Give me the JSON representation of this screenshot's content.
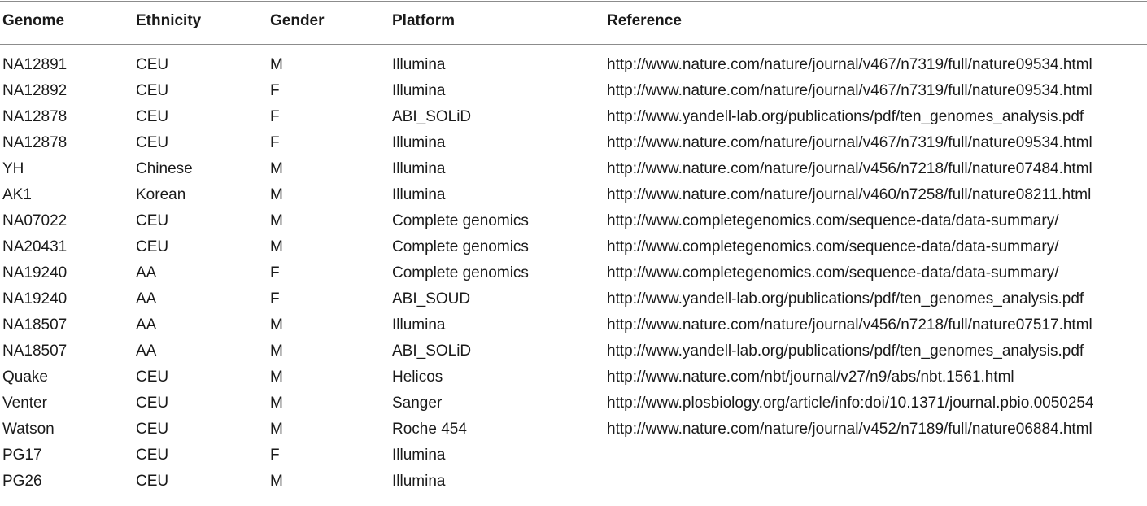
{
  "table": {
    "headers": {
      "genome": "Genome",
      "ethnicity": "Ethnicity",
      "gender": "Gender",
      "platform": "Platform",
      "reference": "Reference"
    },
    "rows": [
      {
        "genome": "NA12891",
        "ethnicity": "CEU",
        "gender": "M",
        "platform": "Illumina",
        "reference": "http://www.nature.com/nature/journal/v467/n7319/full/nature09534.html"
      },
      {
        "genome": "NA12892",
        "ethnicity": "CEU",
        "gender": "F",
        "platform": "Illumina",
        "reference": "http://www.nature.com/nature/journal/v467/n7319/full/nature09534.html"
      },
      {
        "genome": "NA12878",
        "ethnicity": "CEU",
        "gender": "F",
        "platform": "ABI_SOLiD",
        "reference": "http://www.yandell-lab.org/publications/pdf/ten_genomes_analysis.pdf"
      },
      {
        "genome": "NA12878",
        "ethnicity": "CEU",
        "gender": "F",
        "platform": "Illumina",
        "reference": "http://www.nature.com/nature/journal/v467/n7319/full/nature09534.html"
      },
      {
        "genome": "YH",
        "ethnicity": "Chinese",
        "gender": "M",
        "platform": "Illumina",
        "reference": "http://www.nature.com/nature/journal/v456/n7218/full/nature07484.html"
      },
      {
        "genome": "AK1",
        "ethnicity": "Korean",
        "gender": "M",
        "platform": "Illumina",
        "reference": "http://www.nature.com/nature/journal/v460/n7258/full/nature08211.html"
      },
      {
        "genome": "NA07022",
        "ethnicity": "CEU",
        "gender": "M",
        "platform": "Complete genomics",
        "reference": "http://www.completegenomics.com/sequence-data/data-summary/"
      },
      {
        "genome": "NA20431",
        "ethnicity": "CEU",
        "gender": "M",
        "platform": "Complete genomics",
        "reference": "http://www.completegenomics.com/sequence-data/data-summary/"
      },
      {
        "genome": "NA19240",
        "ethnicity": "AA",
        "gender": "F",
        "platform": "Complete genomics",
        "reference": "http://www.completegenomics.com/sequence-data/data-summary/"
      },
      {
        "genome": "NA19240",
        "ethnicity": "AA",
        "gender": "F",
        "platform": "ABI_SOUD",
        "reference": "http://www.yandell-lab.org/publications/pdf/ten_genomes_analysis.pdf"
      },
      {
        "genome": "NA18507",
        "ethnicity": "AA",
        "gender": "M",
        "platform": "Illumina",
        "reference": "http://www.nature.com/nature/journal/v456/n7218/full/nature07517.html"
      },
      {
        "genome": "NA18507",
        "ethnicity": "AA",
        "gender": "M",
        "platform": "ABI_SOLiD",
        "reference": "http://www.yandell-lab.org/publications/pdf/ten_genomes_analysis.pdf"
      },
      {
        "genome": "Quake",
        "ethnicity": "CEU",
        "gender": "M",
        "platform": "Helicos",
        "reference": "http://www.nature.com/nbt/journal/v27/n9/abs/nbt.1561.html"
      },
      {
        "genome": "Venter",
        "ethnicity": "CEU",
        "gender": "M",
        "platform": "Sanger",
        "reference": "http://www.plosbiology.org/article/info:doi/10.1371/journal.pbio.0050254"
      },
      {
        "genome": "Watson",
        "ethnicity": "CEU",
        "gender": "M",
        "platform": "Roche 454",
        "reference": "http://www.nature.com/nature/journal/v452/n7189/full/nature06884.html"
      },
      {
        "genome": "PG17",
        "ethnicity": "CEU",
        "gender": "F",
        "platform": "Illumina",
        "reference": ""
      },
      {
        "genome": "PG26",
        "ethnicity": "CEU",
        "gender": "M",
        "platform": "Illumina",
        "reference": ""
      }
    ]
  }
}
